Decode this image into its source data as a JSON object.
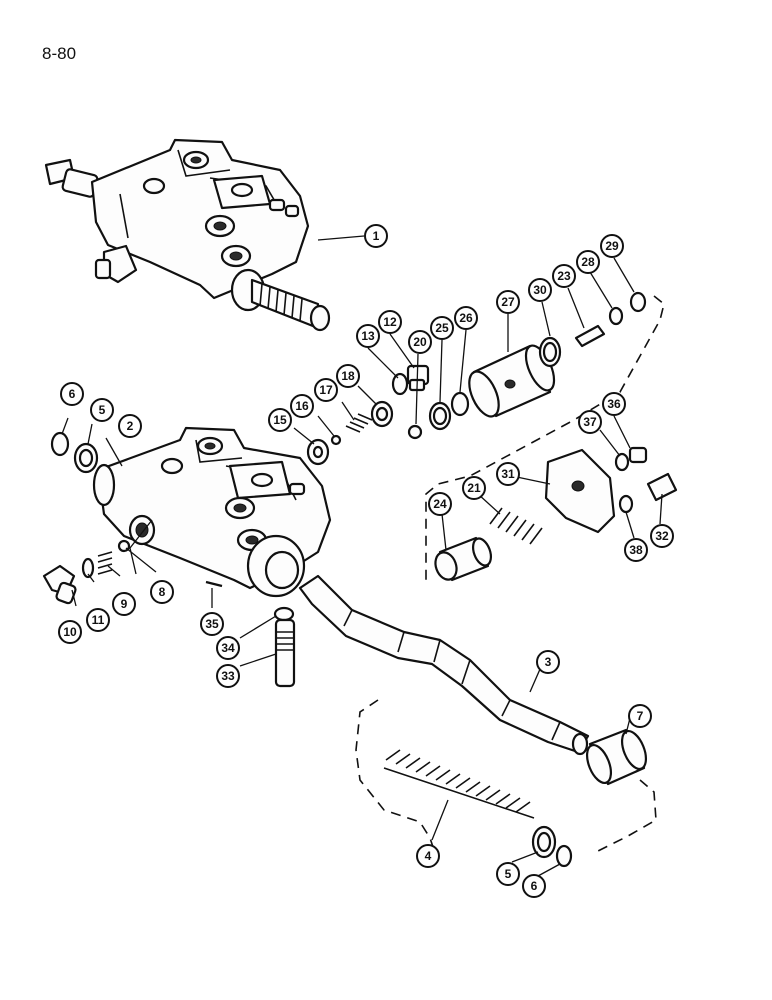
{
  "page_code": "8-80",
  "callouts": {
    "c1": "1",
    "c2": "2",
    "c3": "3",
    "c4": "4",
    "c5a": "5",
    "c5b": "5",
    "c6a": "6",
    "c6b": "6",
    "c7": "7",
    "c8": "8",
    "c9": "9",
    "c10": "10",
    "c11": "11",
    "c12": "12",
    "c13": "13",
    "c15": "15",
    "c16": "16",
    "c17": "17",
    "c18": "18",
    "c20": "20",
    "c21": "21",
    "c23": "23",
    "c24": "24",
    "c25": "25",
    "c26": "26",
    "c27": "27",
    "c28": "28",
    "c29": "29",
    "c30": "30",
    "c31": "31",
    "c32": "32",
    "c33": "33",
    "c34": "34",
    "c35": "35",
    "c36": "36",
    "c37": "37",
    "c38": "38"
  }
}
